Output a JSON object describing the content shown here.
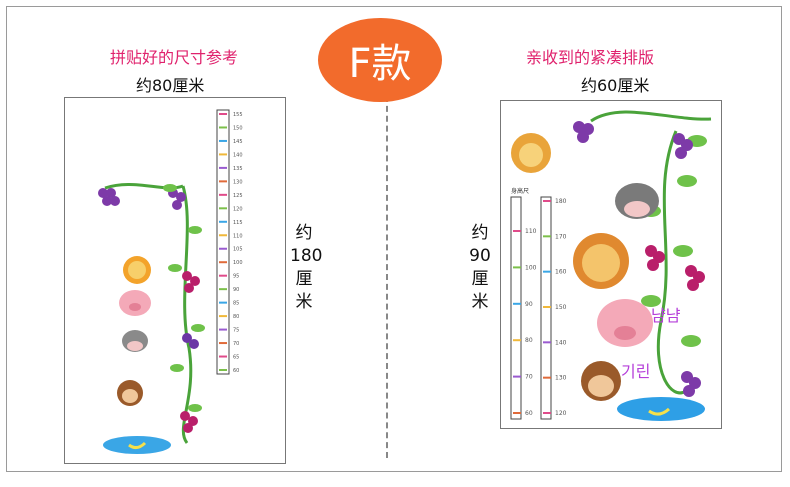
{
  "badge": {
    "text": "F款"
  },
  "left": {
    "caption": "拼贴好的尺寸参考",
    "width_label": "约80厘米",
    "height_label": [
      "约",
      "180",
      "厘",
      "米"
    ],
    "ruler_ticks": [
      "155",
      "150",
      "145",
      "140",
      "135",
      "130",
      "125",
      "120",
      "115",
      "110",
      "105",
      "100",
      "95",
      "90",
      "85",
      "80",
      "75",
      "70",
      "65",
      "60"
    ]
  },
  "right": {
    "caption": "亲收到的紧凑排版",
    "width_label": "约60厘米",
    "height_label": [
      "约",
      "90",
      "厘",
      "米"
    ],
    "ruler_left_ticks": [
      "110",
      "100",
      "90",
      "80",
      "70",
      "60"
    ],
    "ruler_right_ticks": [
      "180",
      "170",
      "160",
      "150",
      "140",
      "130",
      "120"
    ],
    "tiny_header": "身高尺",
    "colorful_text_1": "냠냠",
    "colorful_text_2": "기린"
  },
  "colors": {
    "accent": "#f26b2c",
    "caption": "#e0226d"
  }
}
